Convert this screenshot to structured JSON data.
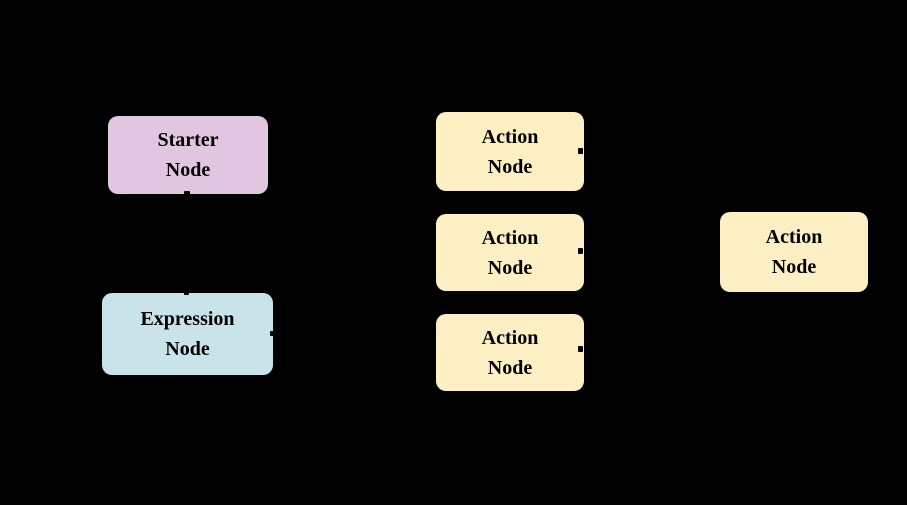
{
  "diagram": {
    "background_color": "#000000",
    "text_color": "#000000",
    "nodes": [
      {
        "id": "starter-node",
        "label": "Starter\nNode",
        "type": "starter",
        "color": "#e0c6e0"
      },
      {
        "id": "expression-node",
        "label": "Expression\nNode",
        "type": "expression",
        "color": "#c9e3eb"
      },
      {
        "id": "action-node-1",
        "label": "Action\nNode",
        "type": "action",
        "color": "#fcefc4"
      },
      {
        "id": "action-node-2",
        "label": "Action\nNode",
        "type": "action",
        "color": "#fcefc4"
      },
      {
        "id": "action-node-3",
        "label": "Action\nNode",
        "type": "action",
        "color": "#fcefc4"
      },
      {
        "id": "action-node-right",
        "label": "Action\nNode",
        "type": "action",
        "color": "#fcefc4"
      }
    ]
  }
}
